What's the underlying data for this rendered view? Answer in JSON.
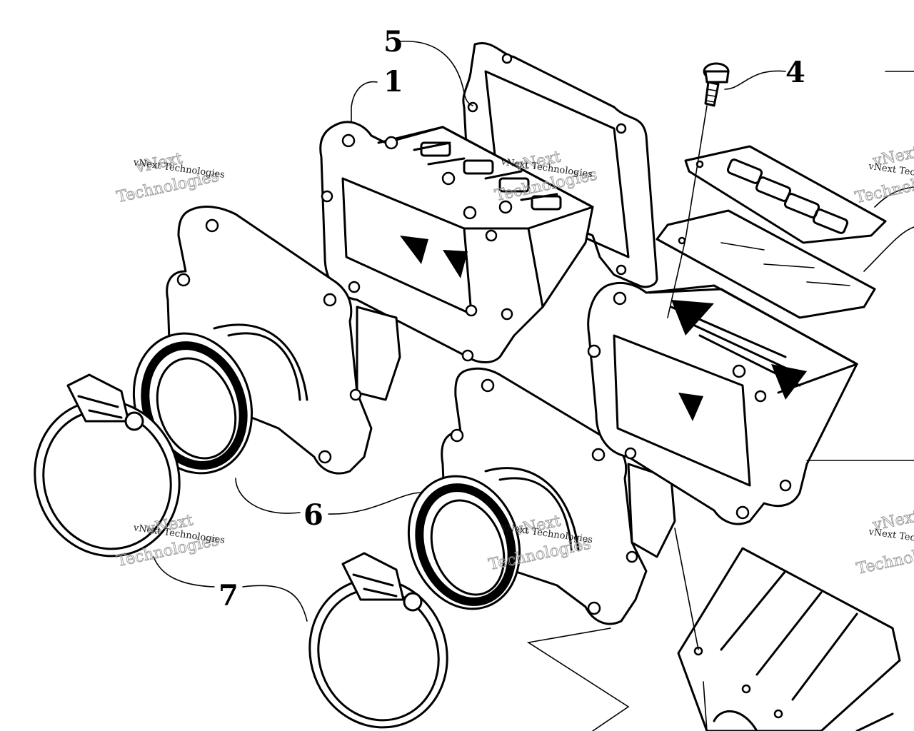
{
  "diagram": {
    "callouts": [
      {
        "id": "1",
        "label": "1"
      },
      {
        "id": "4",
        "label": "4"
      },
      {
        "id": "5",
        "label": "5"
      },
      {
        "id": "6",
        "label": "6"
      },
      {
        "id": "7",
        "label": "7"
      }
    ],
    "watermark": {
      "line1": "vNext",
      "line2": "Technologies",
      "small": "vNext Technologies"
    }
  }
}
